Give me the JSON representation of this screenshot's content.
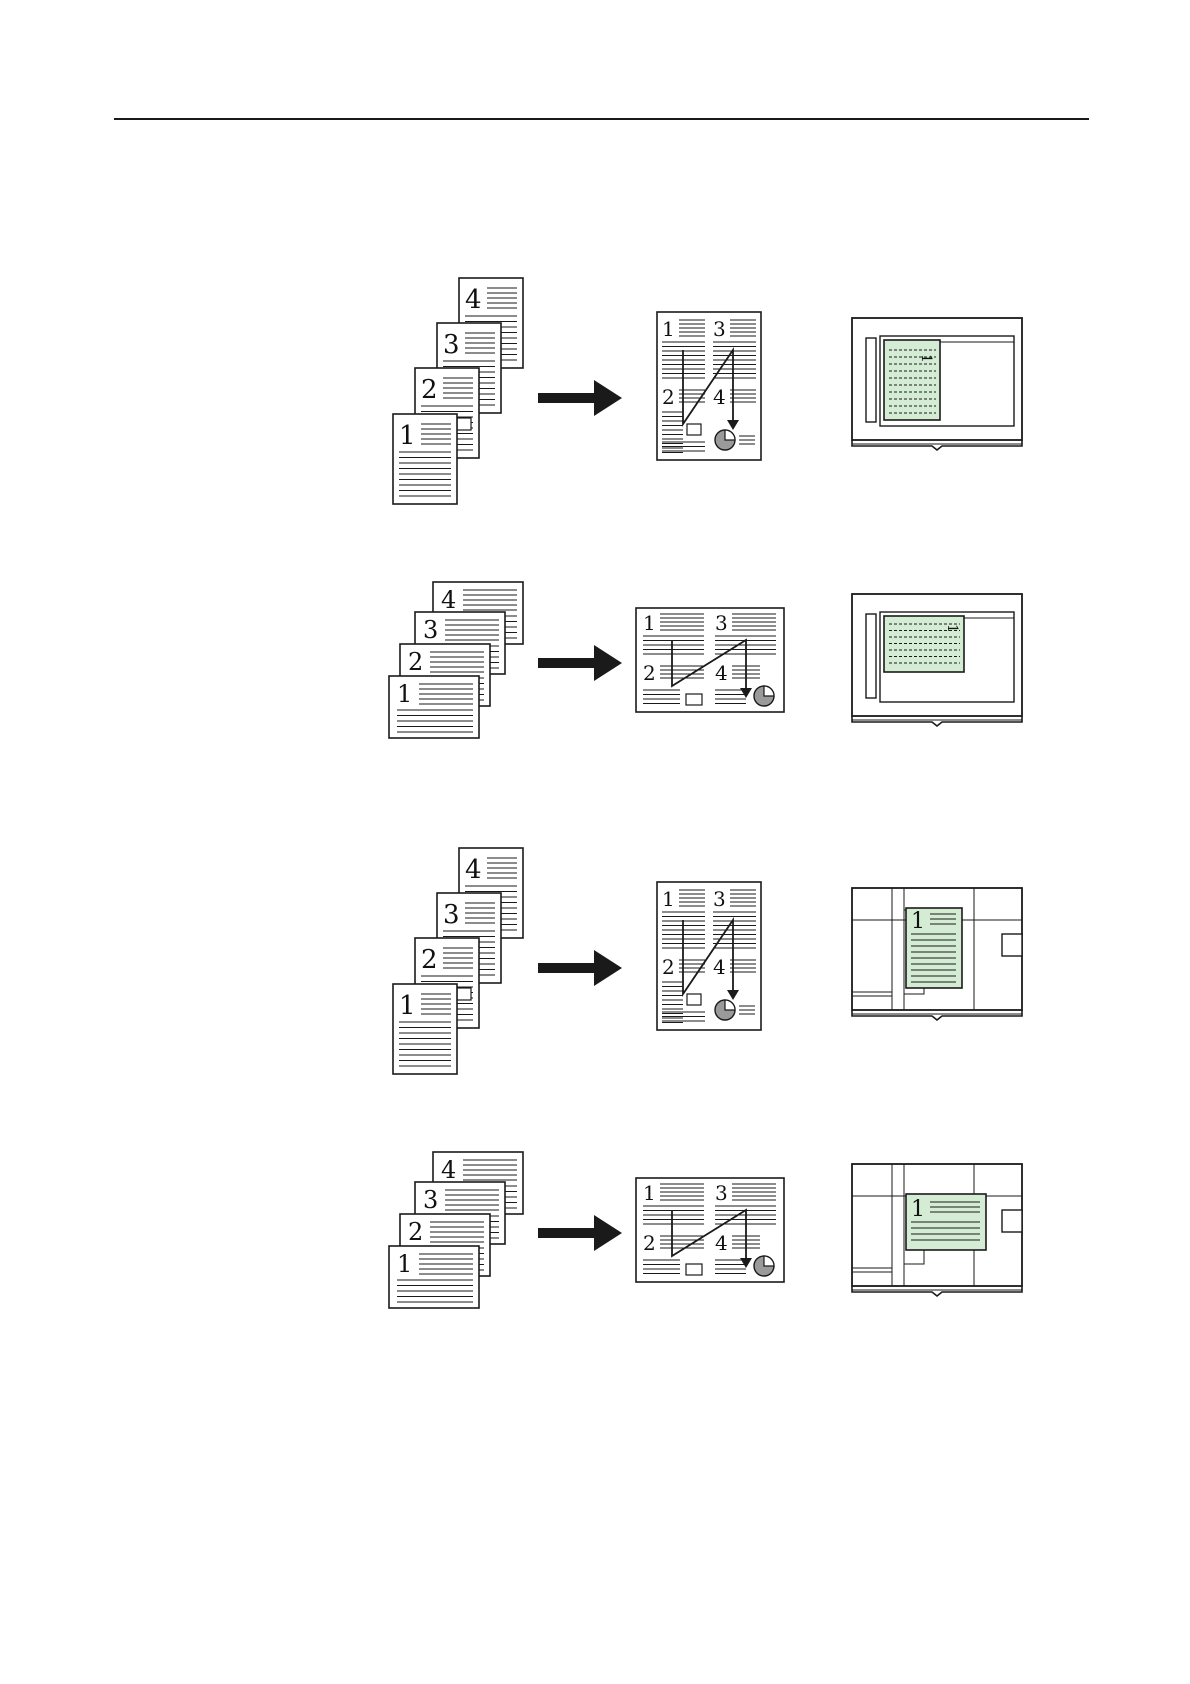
{
  "colors": {
    "ink": "#1a1a1a",
    "page": "#ffffff",
    "original_fill": "#d5ecd4",
    "pie_fill": "#9a9a9a"
  },
  "rows": [
    {
      "id": "row-1",
      "originals_orientation": "portrait",
      "result_orientation": "portrait",
      "placement": "platen-dotted-sheet",
      "page_numbers": [
        "1",
        "2",
        "3",
        "4"
      ]
    },
    {
      "id": "row-2",
      "originals_orientation": "landscape",
      "result_orientation": "landscape",
      "placement": "platen-dotted-sheet-landscape",
      "page_numbers": [
        "1",
        "2",
        "3",
        "4"
      ]
    },
    {
      "id": "row-3",
      "originals_orientation": "portrait",
      "result_orientation": "portrait",
      "placement": "feeder-sheet-portrait",
      "page_numbers": [
        "1",
        "2",
        "3",
        "4"
      ]
    },
    {
      "id": "row-4",
      "originals_orientation": "landscape",
      "result_orientation": "landscape",
      "placement": "feeder-sheet-landscape",
      "page_numbers": [
        "1",
        "2",
        "3",
        "4"
      ]
    }
  ],
  "icons": {
    "arrow": "right-arrow-icon",
    "pie": "pie-chart-icon",
    "copier": "copier-top-view-icon"
  }
}
